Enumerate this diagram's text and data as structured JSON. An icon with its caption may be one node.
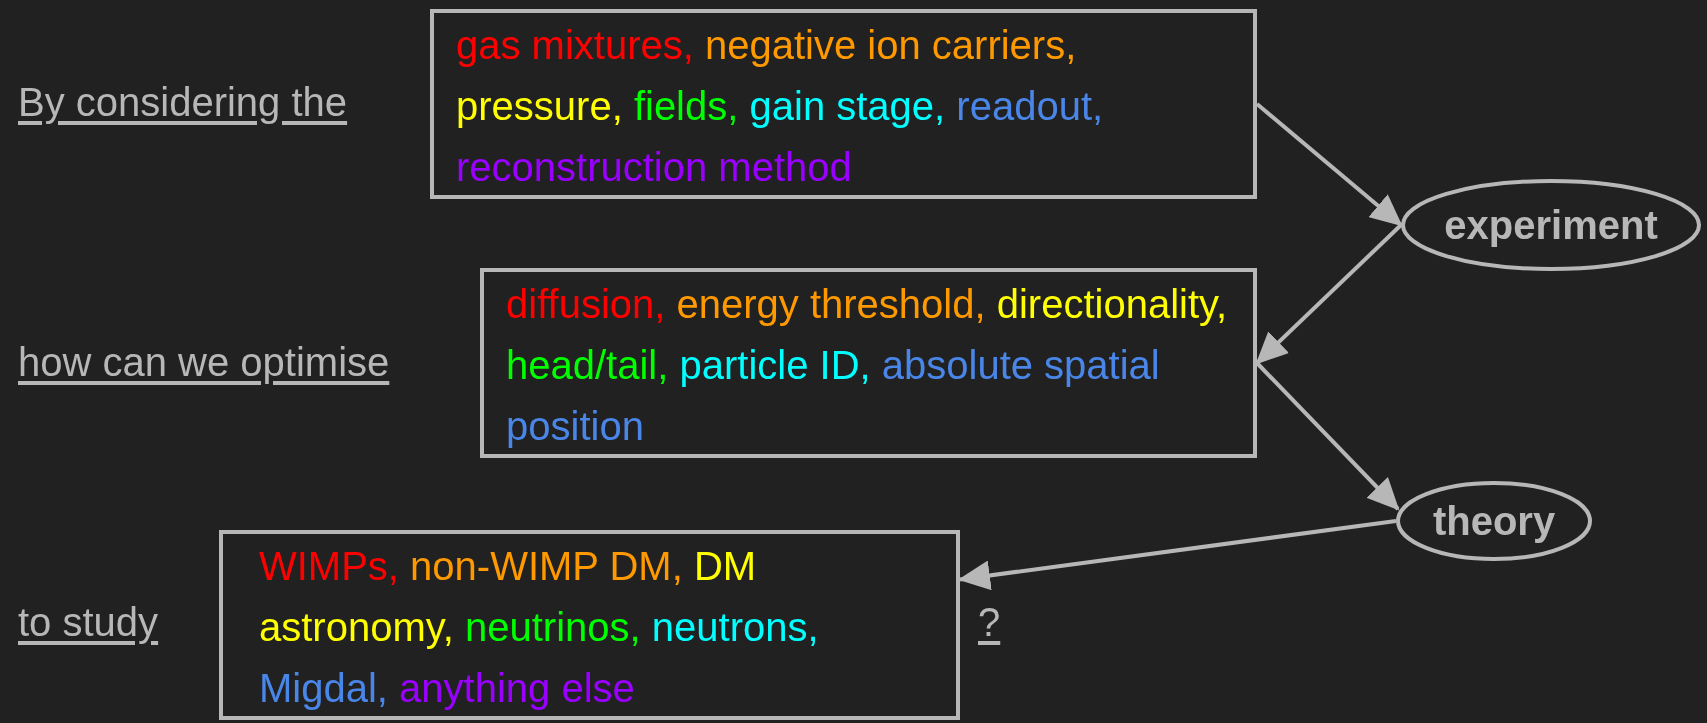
{
  "diagram": {
    "nodes": [
      {
        "text": [
          "gas mixtures,",
          "negative ion carriers,",
          "pressure,",
          "fields,",
          "gain stage,",
          "readout,",
          "reconstruction method"
        ]
      },
      {
        "text": [
          "experiment"
        ]
      },
      {
        "text": [
          "diffusion,",
          "energy threshold,",
          "directionality,",
          "head/tail,",
          "particle ID,",
          "absolute spatial position"
        ]
      },
      {
        "text": [
          "theory"
        ]
      },
      {
        "text": [
          "WIMPs,",
          "non-WIMP DM,",
          "DM astronomy,",
          "neutrinos,",
          "neutrons,",
          "Migdal,",
          "anything else"
        ]
      }
    ],
    "edges": [
      {
        "from": 0,
        "to": 1,
        "arrow": "to"
      },
      {
        "from": 1,
        "to": 2,
        "arrow": "to"
      },
      {
        "from": 2,
        "to": 3,
        "arrow": "to"
      },
      {
        "from": 3,
        "to": 4,
        "arrow": "to"
      }
    ],
    "labels": [
      "By considering the",
      "how can we optimise",
      "to study",
      "?"
    ]
  }
}
